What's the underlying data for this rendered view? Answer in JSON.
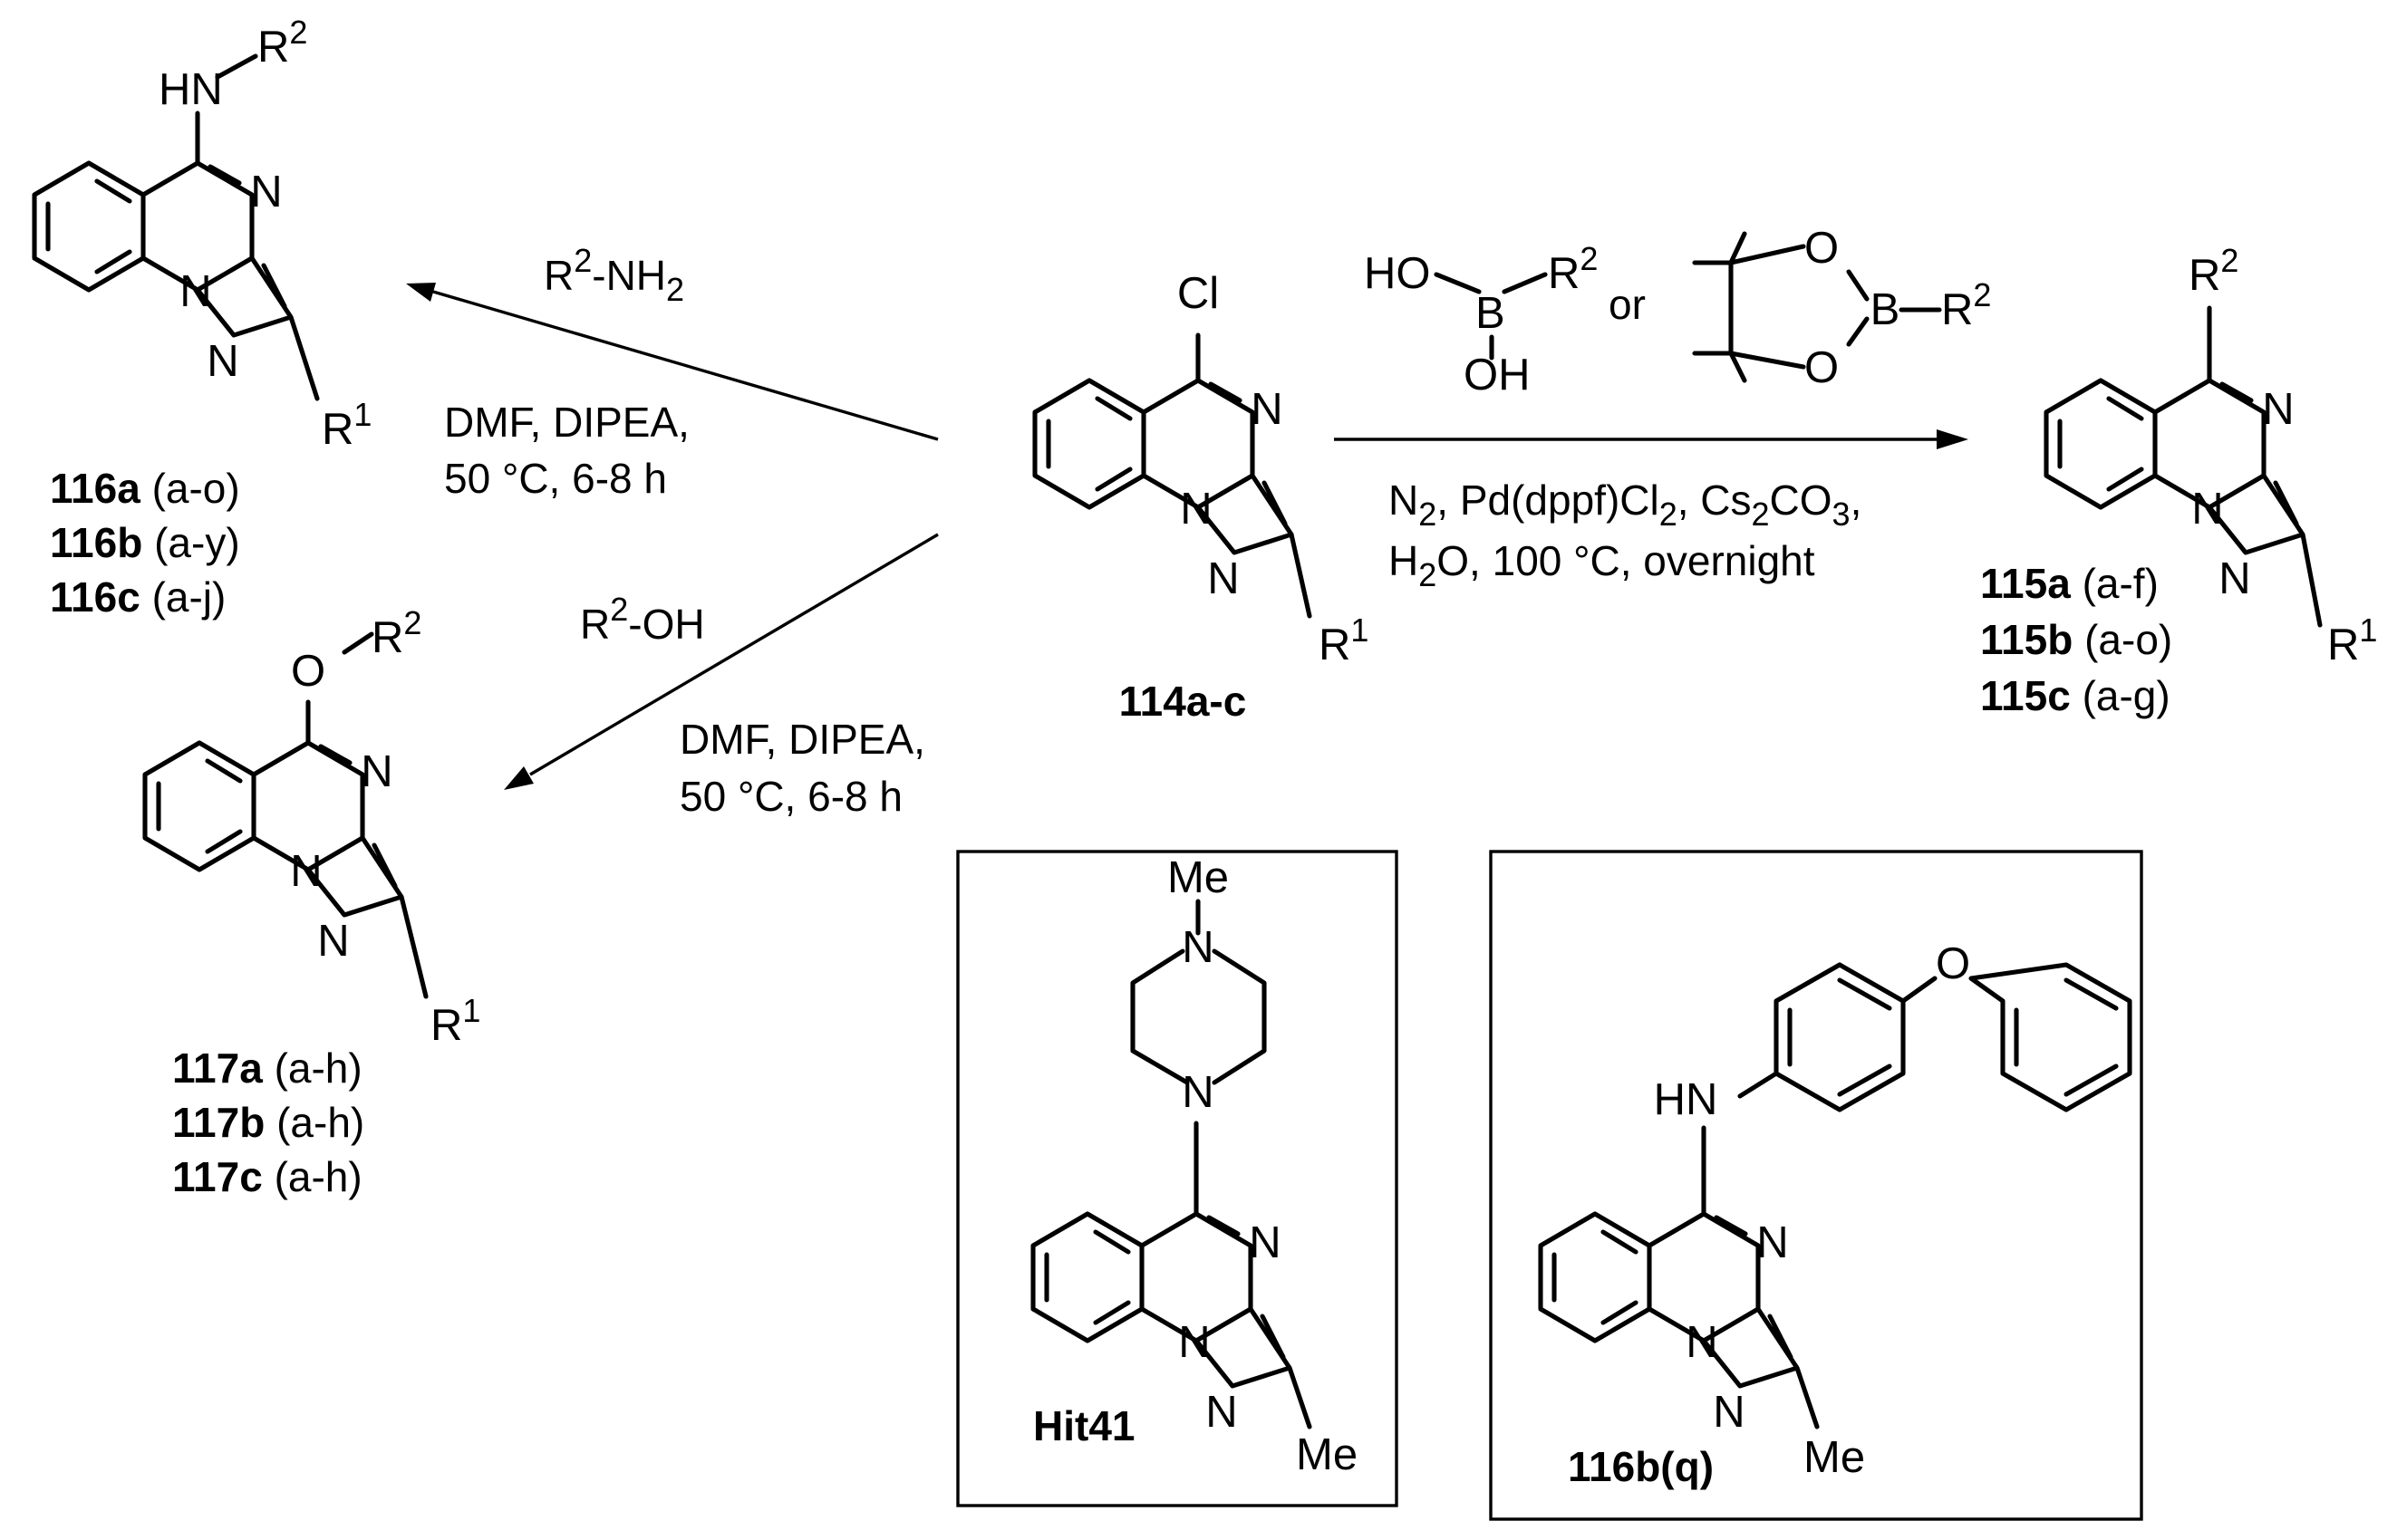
{
  "scheme": {
    "atoms": {
      "N": "N",
      "O": "O",
      "B": "B",
      "Cl": "Cl",
      "HN": "HN",
      "HO": "HO",
      "OH": "OH",
      "R": "R",
      "one": "1",
      "two": "2",
      "Me": "Me"
    },
    "start": {
      "label": "114a-c"
    },
    "suzuki": {
      "connector": "or",
      "line1": {
        "n": "N",
        "n_sub": "2",
        "mid": ", Pd(dppf)Cl",
        "mid_sub": "2",
        "cs": ", Cs",
        "cs_sub": "2",
        "co": "CO",
        "co_sub": "3",
        "end": ","
      },
      "line2": {
        "h": "H",
        "h_sub": "2",
        "rest": "O, 100 °C, overnight"
      }
    },
    "amination": {
      "reagent": {
        "r": "R",
        "r_sup": "2",
        "rest": "-NH",
        "rest_sub": "2"
      },
      "line1": "DMF, DIPEA,",
      "line2": "50 °C, 6-8 h"
    },
    "etherification": {
      "reagent": {
        "r": "R",
        "r_sup": "2",
        "rest": "-OH"
      },
      "line1": "DMF, DIPEA,",
      "line2": "50 °C, 6-8 h"
    },
    "products_115": [
      {
        "id": "115a",
        "range": " (a-f)"
      },
      {
        "id": "115b",
        "range": " (a-o)"
      },
      {
        "id": "115c",
        "range": " (a-g)"
      }
    ],
    "products_116": [
      {
        "id": "116a",
        "range": " (a-o)"
      },
      {
        "id": "116b",
        "range": " (a-y)"
      },
      {
        "id": "116c",
        "range": " (a-j)"
      }
    ],
    "products_117": [
      {
        "id": "117a",
        "range": " (a-h)"
      },
      {
        "id": "117b",
        "range": " (a-h)"
      },
      {
        "id": "117c",
        "range": " (a-h)"
      }
    ],
    "hit": {
      "label": "Hit41"
    },
    "lead": {
      "label": "116b(q)"
    }
  }
}
